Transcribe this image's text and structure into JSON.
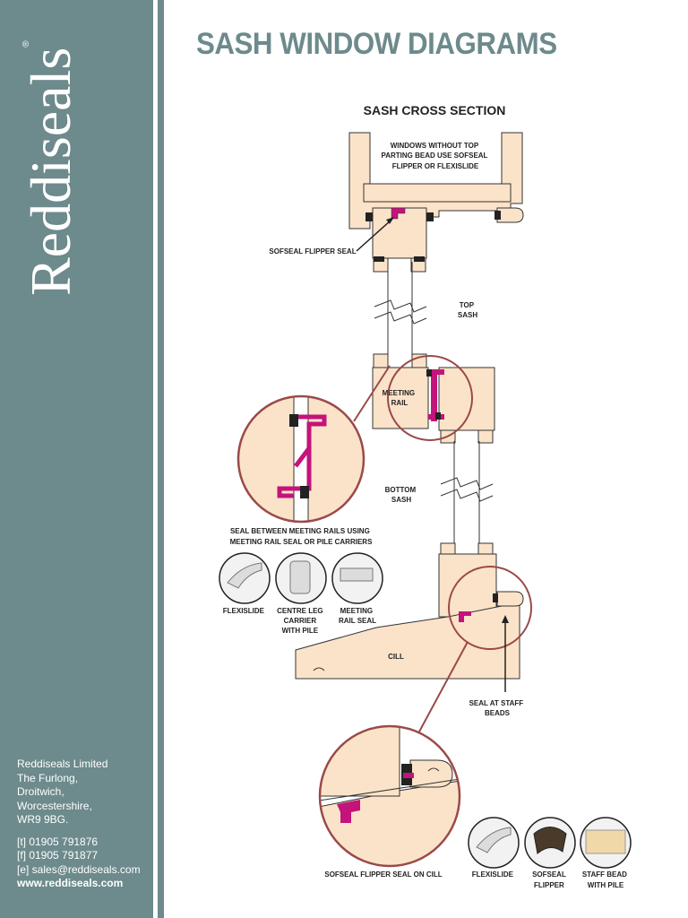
{
  "brand": {
    "name": "Reddiseals",
    "registered_mark": "®"
  },
  "company": {
    "name": "Reddiseals Limited",
    "address": [
      "The Furlong,",
      "Droitwich,",
      "Worcestershire,",
      "WR9 9BG."
    ],
    "telephone": "[t] 01905 791876",
    "fax": "[f] 01905 791877",
    "email": "[e] sales@reddiseals.com",
    "website": "www.reddiseals.com"
  },
  "page": {
    "title": "SASH WINDOW DIAGRAMS"
  },
  "diagram": {
    "section_title": "SASH CROSS SECTION",
    "note": [
      "WINDOWS WITHOUT TOP",
      "PARTING BEAD USE SOFSEAL",
      "FLIPPER OR FLEXISLIDE"
    ],
    "labels": {
      "sofseal_flipper_seal": "SOFSEAL FLIPPER SEAL",
      "top_sash": [
        "TOP",
        "SASH"
      ],
      "meeting_rail": [
        "MEETING",
        "RAIL"
      ],
      "bottom_sash": [
        "BOTTOM",
        "SASH"
      ],
      "meeting_rail_caption": [
        "SEAL BETWEEN MEETING RAILS USING",
        "MEETING RAIL SEAL OR PILE CARRIERS"
      ],
      "cill": "CILL",
      "seal_at_staff_beads": [
        "SEAL AT STAFF",
        "BEADS"
      ],
      "cill_caption": "SOFSEAL FLIPPER SEAL ON CILL"
    },
    "meeting_rail_products": [
      {
        "lines": [
          "FLEXISLIDE"
        ]
      },
      {
        "lines": [
          "CENTRE LEG",
          "CARRIER",
          "WITH PILE"
        ]
      },
      {
        "lines": [
          "MEETING",
          "RAIL SEAL"
        ]
      }
    ],
    "cill_products": [
      {
        "lines": [
          "FLEXISLIDE"
        ]
      },
      {
        "lines": [
          "SOFSEAL",
          "FLIPPER"
        ]
      },
      {
        "lines": [
          "STAFF BEAD",
          "WITH PILE"
        ]
      }
    ],
    "colors": {
      "wood": "#fbe3c9",
      "seal": "#c4137a",
      "callout": "#9a4a4a",
      "brand": "#6d8a8c"
    }
  }
}
